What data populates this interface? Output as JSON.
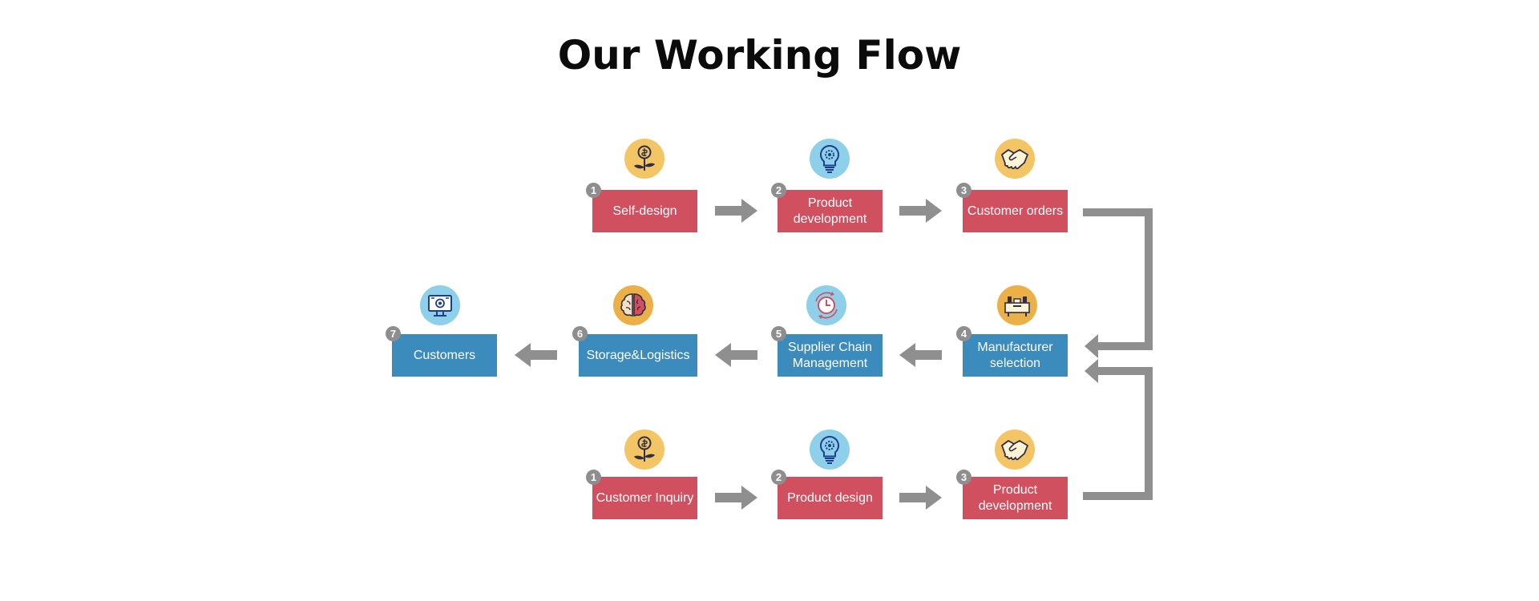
{
  "title": "Our Working Flow",
  "colors": {
    "red": "#d0505f",
    "blue": "#3b8bbd",
    "arrow": "#8f8f8f",
    "badge": "#8e8e8e",
    "icon_yellow": "#f3c564",
    "icon_orange": "#ecb048",
    "icon_blue": "#8ed0ea"
  },
  "row1": {
    "steps": [
      {
        "num": "1",
        "label": "Self-design",
        "icon": "money-plant-icon"
      },
      {
        "num": "2",
        "label": "Product development",
        "icon": "lightbulb-gear-icon"
      },
      {
        "num": "3",
        "label": "Customer orders",
        "icon": "handshake-icon"
      }
    ]
  },
  "row2": {
    "steps": [
      {
        "num": "4",
        "label": "Manufacturer selection",
        "icon": "factory-icon"
      },
      {
        "num": "5",
        "label": "Supplier Chain Management",
        "icon": "clock-cycle-icon"
      },
      {
        "num": "6",
        "label": "Storage&Logistics",
        "icon": "brain-icon"
      },
      {
        "num": "7",
        "label": "Customers",
        "icon": "monitor-icon"
      }
    ]
  },
  "row3": {
    "steps": [
      {
        "num": "1",
        "label": "Customer Inquiry",
        "icon": "money-plant-icon"
      },
      {
        "num": "2",
        "label": "Product design",
        "icon": "lightbulb-gear-icon"
      },
      {
        "num": "3",
        "label": "Product development",
        "icon": "handshake-icon"
      }
    ]
  }
}
